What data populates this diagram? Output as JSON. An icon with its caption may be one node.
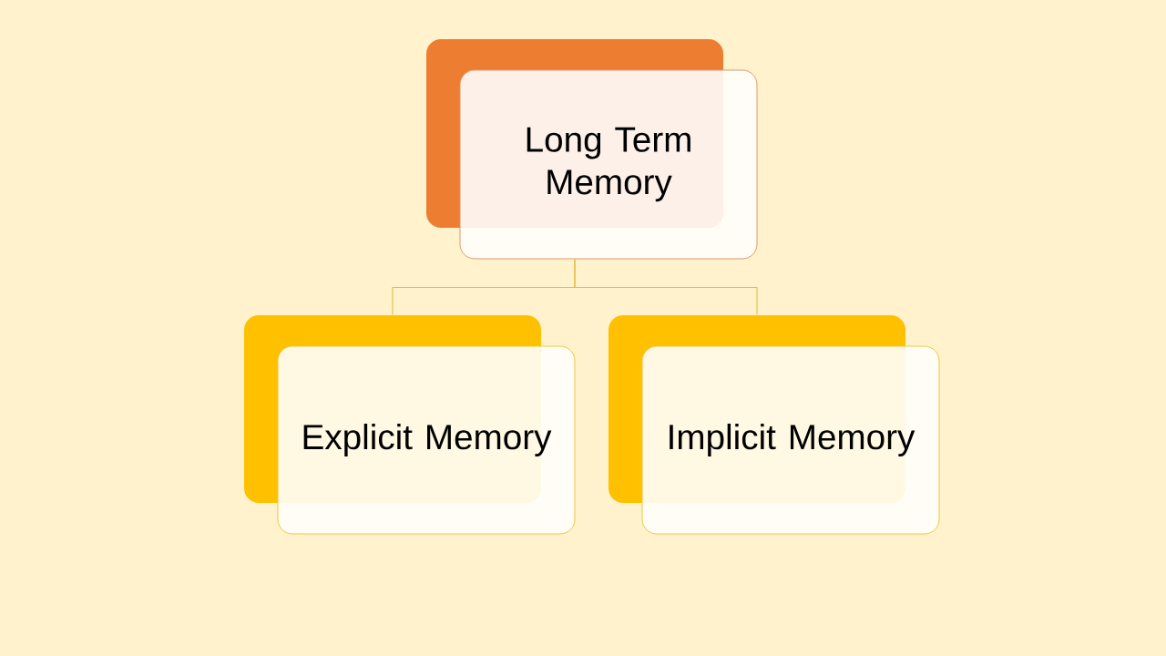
{
  "diagram": {
    "nodes": [
      {
        "text": [
          "Long Term Memory"
        ]
      },
      {
        "text": [
          "Explicit Memory"
        ]
      },
      {
        "text": [
          "Implicit Memory"
        ]
      }
    ],
    "edges": [
      {
        "from": 0,
        "to": 1,
        "arrow": "none"
      },
      {
        "from": 0,
        "to": 2,
        "arrow": "none"
      }
    ]
  }
}
